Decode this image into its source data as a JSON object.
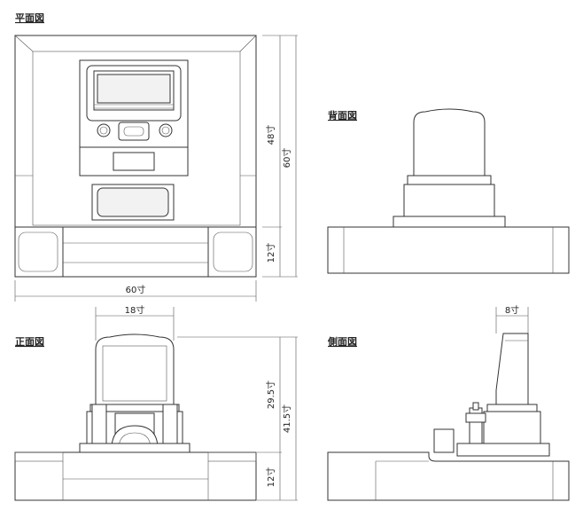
{
  "titles": {
    "plan": "平面図",
    "back": "背面図",
    "front": "正面図",
    "side": "側面図"
  },
  "dimensions": {
    "plan_depth_upper": "48寸",
    "plan_depth_total": "60寸",
    "plan_depth_lower": "12寸",
    "plan_width": "60寸",
    "front_stone_width": "18寸",
    "front_height_upper": "29.5寸",
    "front_height_total": "41.5寸",
    "front_height_lower": "12寸",
    "side_stone_depth": "8寸"
  }
}
